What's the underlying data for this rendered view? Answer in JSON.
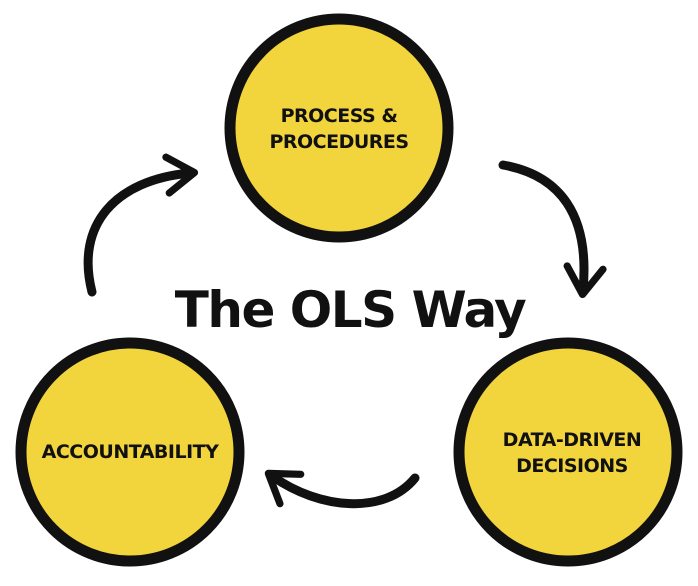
{
  "title": "The OLS Way",
  "nodes": {
    "process": {
      "line1": "PROCESS &",
      "line2": "PROCEDURES"
    },
    "data": {
      "line1": "DATA-DRIVEN",
      "line2": "DECISIONS"
    },
    "accountability": {
      "line1": "ACCOUNTABILITY"
    }
  },
  "colors": {
    "fill": "#F2D43D",
    "stroke": "#111111"
  },
  "icons": [
    "arrow-icon",
    "arrow-icon",
    "arrow-icon"
  ]
}
